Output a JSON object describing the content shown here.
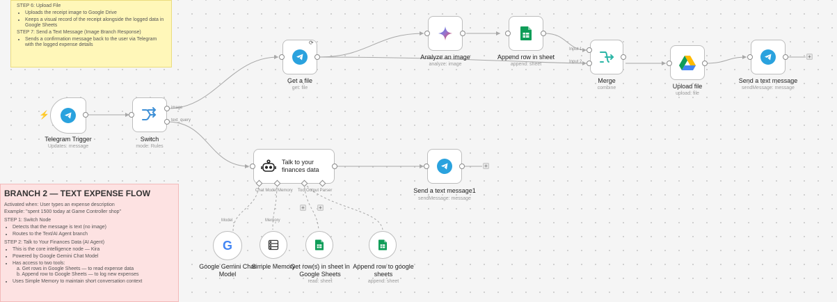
{
  "note_top": {
    "step6_title": "STEP 6: Upload File",
    "step6_items": [
      "Uploads the receipt image to Google Drive",
      "Keeps a visual record of the receipt alongside the logged data in Google Sheets"
    ],
    "step7_title": "STEP 7: Send a Text Message (Image Branch Response)",
    "step7_items": [
      "Sends a confirmation message back to the user via Telegram with the logged expense details"
    ]
  },
  "note_branch2": {
    "title": "BRANCH 2 — TEXT EXPENSE FLOW",
    "activated": "Activated when: User types an expense description",
    "example": "Example: \"spent 1500 today at Game Controller shop\"",
    "step1_title": "STEP 1: Switch Node",
    "step1_items": [
      "Detects that the message is text (no image)",
      "Routes to the Text/AI Agent branch"
    ],
    "step2_title": "STEP 2: Talk to Your Finances Data (AI Agent)",
    "step2_items": [
      "This is the core intelligence node — Kira",
      "Powered by Google Gemini Chat Model",
      "Has access to two tools:"
    ],
    "step2_sub": [
      "a. Get rows in Google Sheets — to read expense data",
      "b. Append row to Google Sheets — to log new expenses"
    ],
    "step2_last": "Uses Simple Memory to maintain short conversation context"
  },
  "nodes": {
    "telegram_trigger": {
      "label": "Telegram Trigger",
      "sub": "Updates: message"
    },
    "switch": {
      "label": "Switch",
      "sub": "mode: Rules",
      "out1": "image",
      "out2": "text_query"
    },
    "get_file": {
      "label": "Get a file",
      "sub": "get: file"
    },
    "analyze_image": {
      "label": "Analyze an image",
      "sub": "analyze: image"
    },
    "append_row": {
      "label": "Append row in sheet",
      "sub": "append: sheet"
    },
    "merge": {
      "label": "Merge",
      "sub": "combine",
      "in1": "Input 1",
      "in2": "Input 2"
    },
    "upload_file": {
      "label": "Upload file",
      "sub": "upload: file"
    },
    "send_text": {
      "label": "Send a text message",
      "sub": "sendMessage: message"
    },
    "agent": {
      "label": "Talk to your finances data",
      "port1": "Chat Model",
      "port2": "Memory",
      "port3": "Tool",
      "port4": "Output Parser"
    },
    "send_text1": {
      "label": "Send a text message1",
      "sub": "sendMessage: message"
    },
    "gemini": {
      "label": "Google Gemini Chat Model",
      "edge": "Model"
    },
    "memory": {
      "label": "Simple Memory",
      "edge": "Memory"
    },
    "get_rows": {
      "label": "Get row(s) in sheet in Google Sheets",
      "sub": "read: sheet"
    },
    "append_row2": {
      "label": "Append row to google sheets",
      "sub": "append: sheet"
    }
  },
  "plus_sign": "+",
  "colors": {
    "telegram": "#2aa2de",
    "sheets": "#0f9d58",
    "merge": "#2bb5a6",
    "switch": "#3d8fd6",
    "note_yellow": "#fff7b9",
    "note_red": "#fde2e2"
  }
}
